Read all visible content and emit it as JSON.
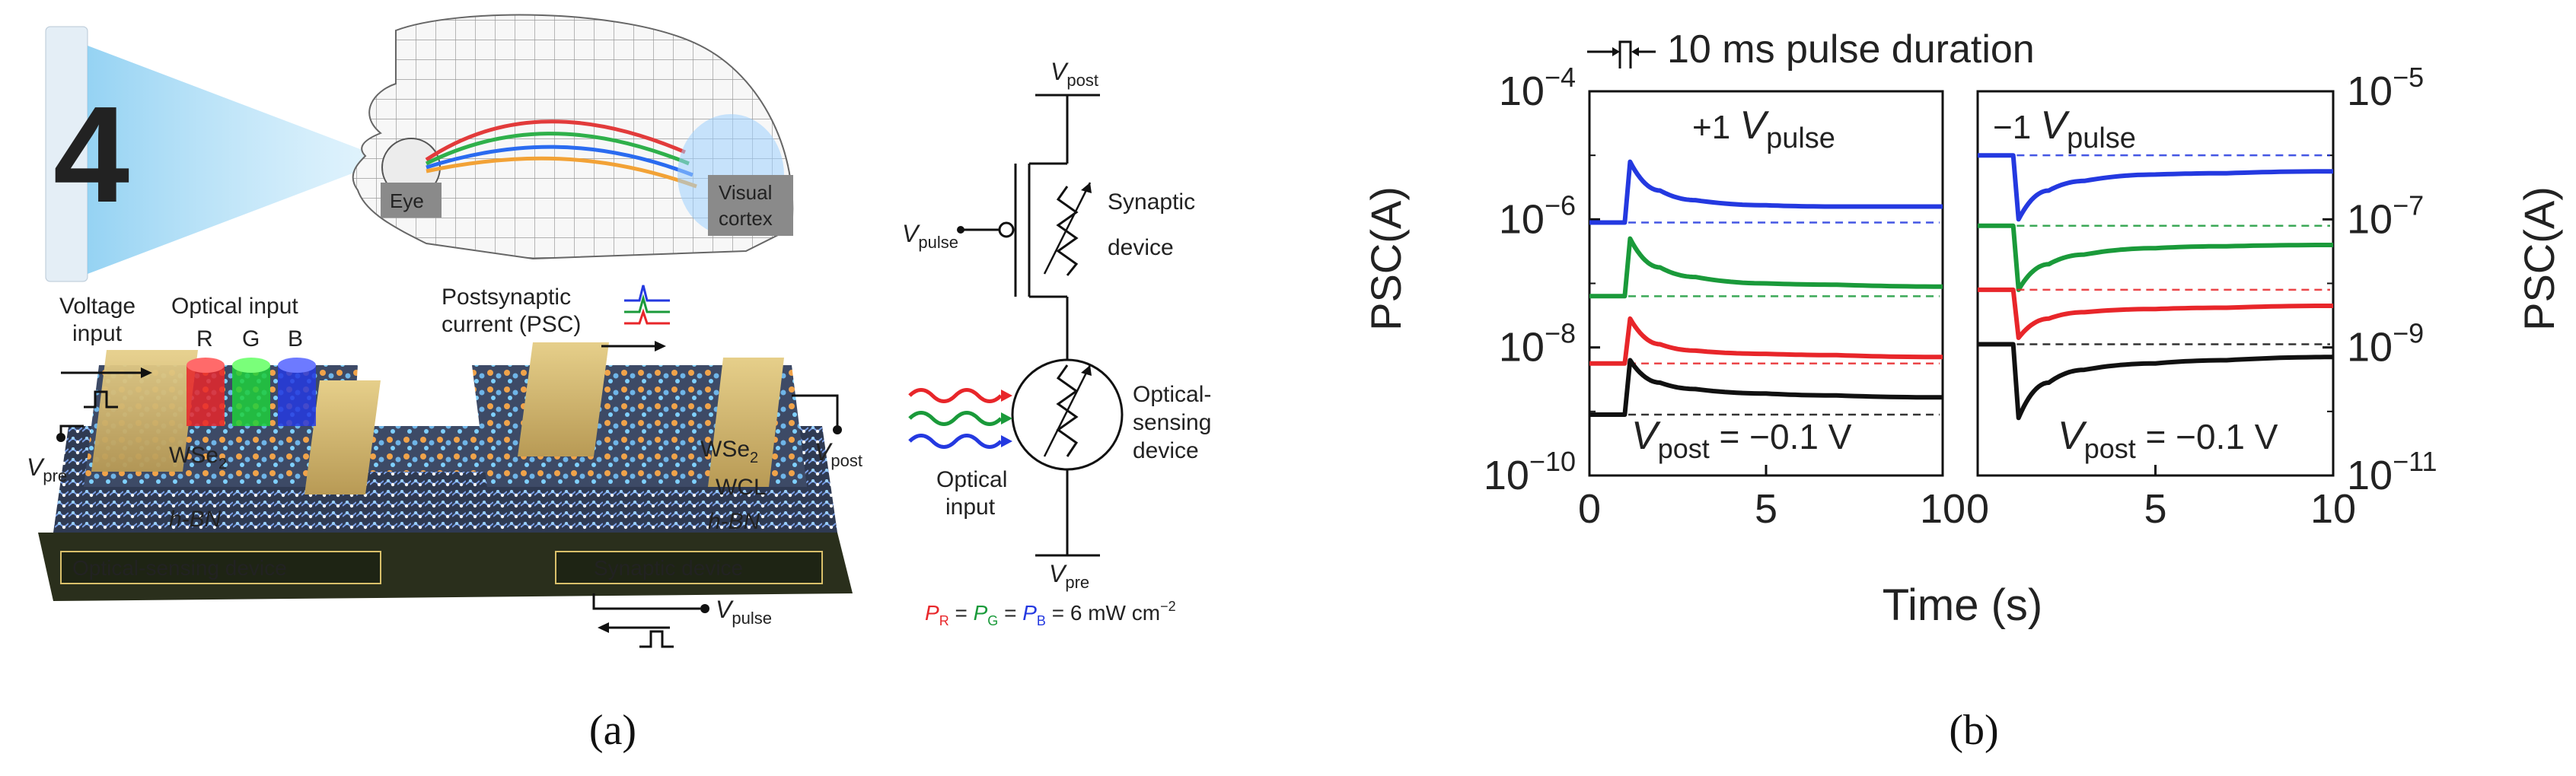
{
  "panel_a": {
    "label": "(a)",
    "eye_label": "Eye",
    "cortex_label_1": "Visual",
    "cortex_label_2": "cortex",
    "display_digit": "4",
    "voltage_input_1": "Voltage",
    "voltage_input_2": "input",
    "optical_input": "Optical input",
    "r": "R",
    "g": "G",
    "b": "B",
    "psc_1": "Postsynaptic",
    "psc_2": "current (PSC)",
    "wse2": "WSe",
    "wse2_sub": "2",
    "hbn": "h-BN",
    "wcl": "WCL",
    "vpre_v": "V",
    "vpre_sub": "pre",
    "vpost_v": "V",
    "vpost_sub": "post",
    "vpulse_v": "V",
    "vpulse_sub": "pulse",
    "optical_sensing_device": "Optical-sensing device",
    "synaptic_device": "Synaptic device",
    "circuit": {
      "vpost_v": "V",
      "vpost_sub": "post",
      "vpulse_v": "V",
      "vpulse_sub": "pulse",
      "vpre_v": "V",
      "vpre_sub": "pre",
      "synaptic_1": "Synaptic",
      "synaptic_2": "device",
      "optical_1": "Optical-",
      "optical_2": "sensing",
      "optical_3": "device",
      "optical_input_1": "Optical",
      "optical_input_2": "input",
      "power_eq": {
        "pr": "P",
        "pr_sub": "R",
        "eq1": " = ",
        "pg": "P",
        "pg_sub": "G",
        "eq2": " = ",
        "pb": "P",
        "pb_sub": "B",
        "rest": " = 6 mW cm",
        "sup": "−2"
      }
    },
    "colors": {
      "red": "#e8262a",
      "green": "#1a9a3a",
      "blue": "#2439e0",
      "gold": "#d2b56a"
    }
  },
  "panel_b": {
    "label": "(b)",
    "pulse_label": "10 ms pulse duration",
    "xlabel": "Time (s)",
    "ylabel_left": "PSC(A)",
    "ylabel_right": "PSC(A)",
    "left_tag_pre": "+1 ",
    "left_tag_v": "V",
    "left_tag_sub": "pulse",
    "right_tag_pre": "−1 ",
    "right_tag_v": "V",
    "right_tag_sub": "pulse",
    "vpost_v": "V",
    "vpost_sub": "post",
    "vpost_rest": " = −0.1 V",
    "left_yticks": [
      {
        "base": "10",
        "exp": "−4"
      },
      {
        "base": "10",
        "exp": "−6"
      },
      {
        "base": "10",
        "exp": "−8"
      },
      {
        "base": "10",
        "exp": "−10"
      }
    ],
    "right_yticks": [
      {
        "base": "10",
        "exp": "−5"
      },
      {
        "base": "10",
        "exp": "−7"
      },
      {
        "base": "10",
        "exp": "−9"
      },
      {
        "base": "10",
        "exp": "−11"
      }
    ],
    "xticks": [
      "0",
      "5",
      "10"
    ]
  },
  "chart_data": [
    {
      "type": "line",
      "title": "+1 Vpulse",
      "xlabel": "Time (s)",
      "ylabel": "PSC(A)",
      "xlim": [
        0,
        10
      ],
      "ylim_log10": [
        -10,
        -4
      ],
      "yscale": "log",
      "grid": false,
      "series": [
        {
          "color": "#2439e0",
          "baseline_log10": -6.05,
          "x": [
            0,
            1,
            1.15,
            2,
            3,
            5,
            7,
            10
          ],
          "log10_y": [
            -6.05,
            -6.05,
            -5.1,
            -5.55,
            -5.7,
            -5.78,
            -5.8,
            -5.8
          ]
        },
        {
          "color": "#1a9a3a",
          "baseline_log10": -7.2,
          "x": [
            0,
            1,
            1.15,
            2,
            3,
            5,
            7,
            10
          ],
          "log10_y": [
            -7.2,
            -7.2,
            -6.3,
            -6.75,
            -6.9,
            -7.0,
            -7.02,
            -7.05
          ]
        },
        {
          "color": "#e8262a",
          "baseline_log10": -8.25,
          "x": [
            0,
            1,
            1.15,
            2,
            3,
            5,
            7,
            10
          ],
          "log10_y": [
            -8.25,
            -8.25,
            -7.55,
            -7.95,
            -8.05,
            -8.1,
            -8.12,
            -8.15
          ]
        },
        {
          "color": "#111111",
          "baseline_log10": -9.05,
          "x": [
            0,
            1,
            1.15,
            2,
            3,
            5,
            7,
            10
          ],
          "log10_y": [
            -9.05,
            -9.05,
            -8.2,
            -8.55,
            -8.65,
            -8.72,
            -8.75,
            -8.78
          ]
        }
      ]
    },
    {
      "type": "line",
      "title": "−1 Vpulse",
      "xlabel": "Time (s)",
      "ylabel": "PSC(A)",
      "xlim": [
        0,
        10
      ],
      "ylim_log10": [
        -11,
        -5
      ],
      "yscale": "log",
      "grid": false,
      "series": [
        {
          "color": "#2439e0",
          "baseline_log10": -6.0,
          "x": [
            0,
            1,
            1.15,
            2,
            3,
            5,
            7,
            10
          ],
          "log10_y": [
            -6.0,
            -6.0,
            -7.0,
            -6.55,
            -6.4,
            -6.3,
            -6.28,
            -6.25
          ]
        },
        {
          "color": "#1a9a3a",
          "baseline_log10": -7.1,
          "x": [
            0,
            1,
            1.15,
            2,
            3,
            5,
            7,
            10
          ],
          "log10_y": [
            -7.1,
            -7.1,
            -8.1,
            -7.7,
            -7.55,
            -7.45,
            -7.42,
            -7.4
          ]
        },
        {
          "color": "#e8262a",
          "baseline_log10": -8.1,
          "x": [
            0,
            1,
            1.15,
            2,
            3,
            5,
            7,
            10
          ],
          "log10_y": [
            -8.1,
            -8.1,
            -8.85,
            -8.55,
            -8.45,
            -8.4,
            -8.38,
            -8.35
          ]
        },
        {
          "color": "#111111",
          "baseline_log10": -8.95,
          "x": [
            0,
            1,
            1.15,
            2,
            3,
            5,
            7,
            10
          ],
          "log10_y": [
            -8.95,
            -8.95,
            -10.1,
            -9.55,
            -9.35,
            -9.25,
            -9.2,
            -9.15
          ]
        }
      ]
    }
  ]
}
